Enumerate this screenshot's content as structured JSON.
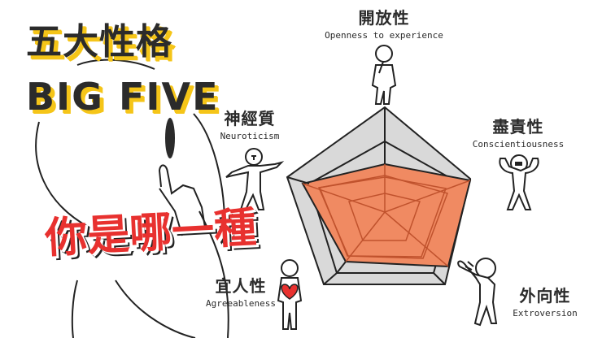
{
  "title": {
    "chinese": "五大性格",
    "english": "BIG FIVE"
  },
  "question": "你是哪一種",
  "colors": {
    "title_text": "#2b2b2b",
    "title_shadow": "#f5c518",
    "question_text": "#e8312f",
    "radar_outer_fill": "#d9d9d9",
    "radar_inner_fill": "#f08a62",
    "radar_inner_lines": "#c0522d",
    "heart": "#e8312f"
  },
  "traits": [
    {
      "id": "openness",
      "chinese": "開放性",
      "english": "Openness to experience"
    },
    {
      "id": "conscientiousness",
      "chinese": "盡責性",
      "english": "Conscientiousness"
    },
    {
      "id": "extroversion",
      "chinese": "外向性",
      "english": "Extroversion"
    },
    {
      "id": "agreeableness",
      "chinese": "宜人性",
      "english": "Agreeableness"
    },
    {
      "id": "neuroticism",
      "chinese": "神經質",
      "english": "Neuroticism"
    }
  ],
  "radar": {
    "axes": [
      "Openness to experience",
      "Conscientiousness",
      "Extroversion",
      "Agreeableness",
      "Neuroticism"
    ],
    "rings": 4,
    "profile_values_relative": [
      0.45,
      0.95,
      0.75,
      0.7,
      0.85
    ]
  }
}
